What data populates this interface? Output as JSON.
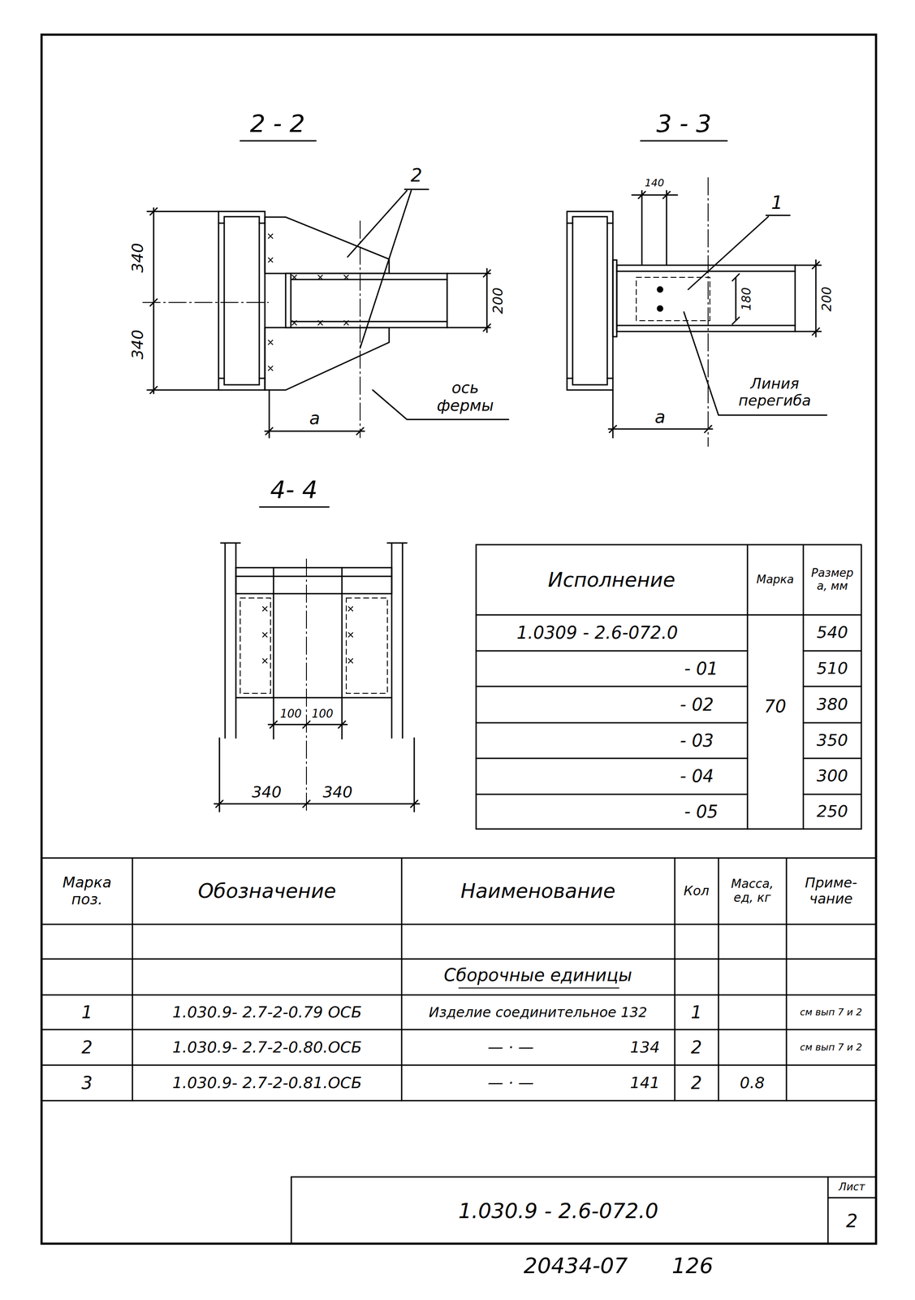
{
  "diagram": {
    "labels": [
      "2 - 2",
      "3 - 3",
      "2",
      "340",
      "340",
      "200",
      "а",
      "ось фермы",
      "140",
      "1",
      "180",
      "200",
      "а",
      "Линия перегиба",
      "4- 4",
      "100",
      "100",
      "340",
      "340",
      "Исполнение",
      "Марка",
      "Размер а, мм",
      "1.0309 - 2.6-072.0",
      "- 01",
      "- 02",
      "- 03",
      "- 04",
      "- 05",
      "70",
      "540",
      "510",
      "380",
      "350",
      "300",
      "250",
      "Марка поз.",
      "Обозначение",
      "Наименование",
      "Кол",
      "Масса, ед, кг",
      "Приме- чание",
      "Сборочные единицы",
      "1",
      "1.030.9- 2.7-2-0.79 ОСБ",
      "Изделие соединительное 132",
      "1",
      "см вып 7 и 2",
      "2",
      "1.030.9- 2.7-2-0.80.ОСБ",
      "— · —",
      "134",
      "2",
      "см вып 7 и 2",
      "3",
      "1.030.9- 2.7-2-0.81.ОСБ",
      "— · —",
      "141",
      "2",
      "0.8",
      "1.030.9 - 2.6-072.0",
      "Лист",
      "2",
      "20434-07",
      "126"
    ]
  }
}
